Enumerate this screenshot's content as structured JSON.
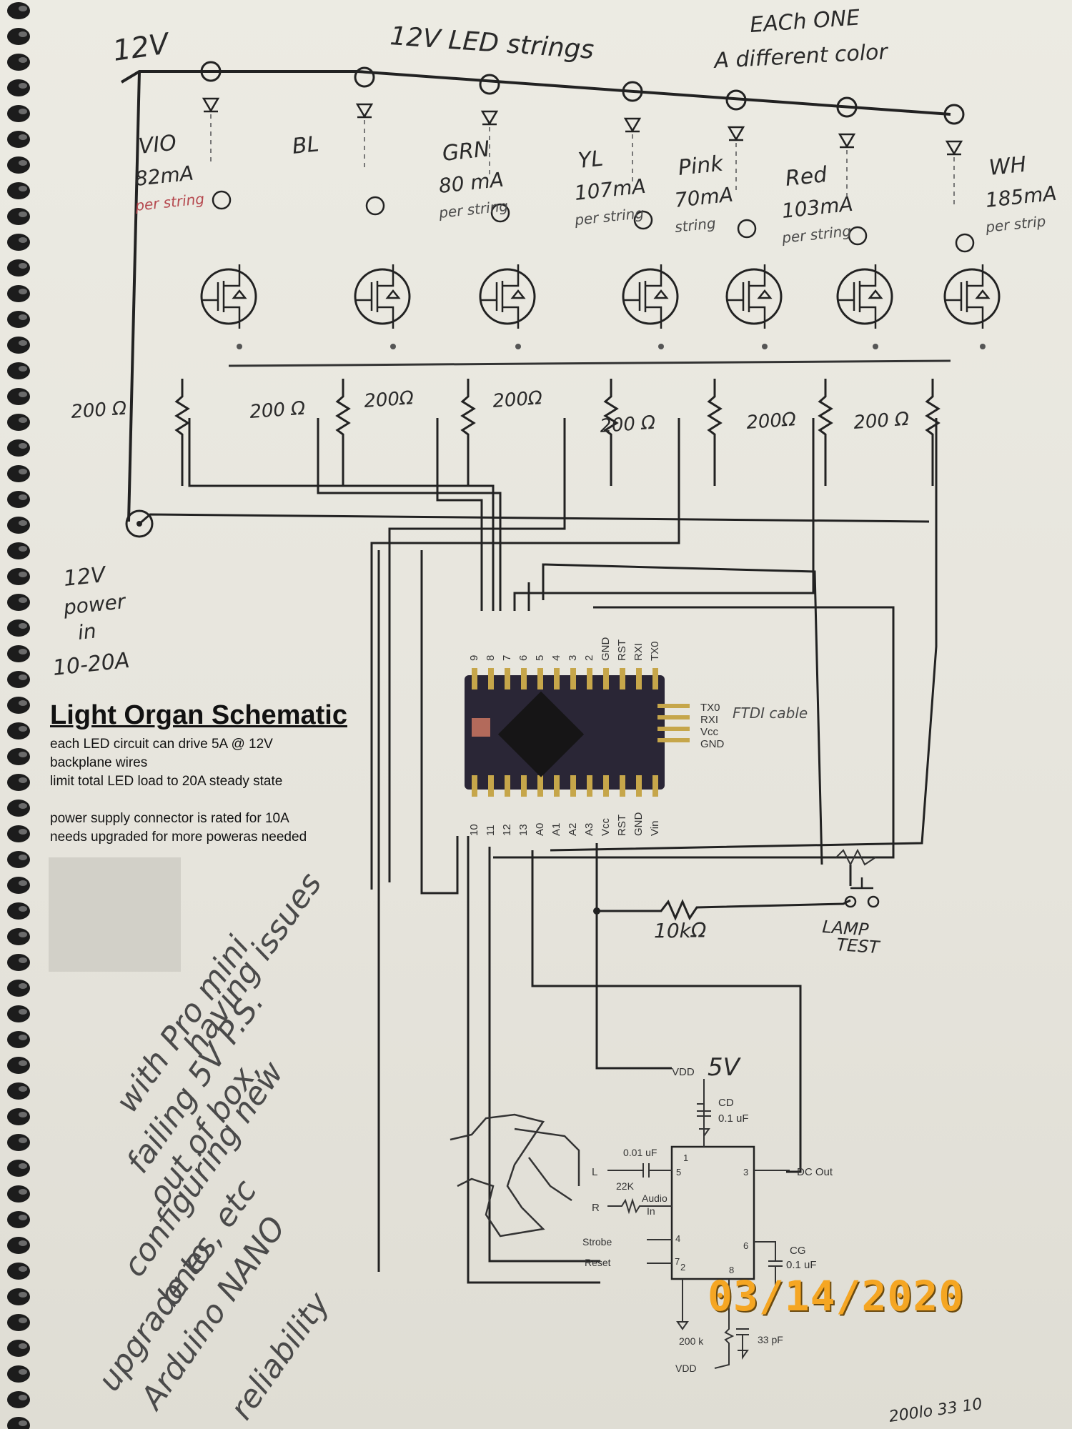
{
  "title": "Light Organ Schematic",
  "notes": [
    "each LED circuit can drive 5A @ 12V",
    "backplane wires",
    "limit total LED load to 20A steady state",
    "power supply connector is rated for 10A",
    "needs upgraded for more poweras needed"
  ],
  "header": {
    "supply_label": "12V",
    "strings_label": "12V LED strings",
    "colors_label_line1": "EACh ONE",
    "colors_label_line2": "A different color"
  },
  "channels": [
    {
      "name": "VIO",
      "current": "82mA",
      "per": "per string"
    },
    {
      "name": "BL",
      "current": "",
      "per": ""
    },
    {
      "name": "GRN",
      "current": "80 mA",
      "per": "per string"
    },
    {
      "name": "YL",
      "current": "107mA",
      "per": "per string"
    },
    {
      "name": "Pink",
      "current": "70mA",
      "per": "string"
    },
    {
      "name": "Red",
      "current": "103mA",
      "per": "per string"
    },
    {
      "name": "WH",
      "current": "185mA",
      "per": "per strip"
    }
  ],
  "resistors": [
    "200 Ω",
    "200 Ω",
    "200Ω",
    "200Ω",
    "200 Ω",
    "200Ω",
    "200 Ω"
  ],
  "power_in": {
    "line1": "12V",
    "line2": "power",
    "line3": "in",
    "line4": "10-20A"
  },
  "arduino": {
    "top_pins": [
      "9",
      "8",
      "7",
      "6",
      "5",
      "4",
      "3",
      "2",
      "GND",
      "RST",
      "RXI",
      "TX0"
    ],
    "bottom_pins": [
      "10",
      "11",
      "12",
      "13",
      "A0",
      "A1",
      "A2",
      "A3",
      "Vcc",
      "RST",
      "GND",
      "Vin"
    ],
    "side_pins": [
      "TX0",
      "RXI",
      "Vcc",
      "GND"
    ],
    "side_note": "FTDI cable"
  },
  "resistor_10k": "10kΩ",
  "lamp_test_line1": "LAMP",
  "lamp_test_line2": "TEST",
  "msgeq7": {
    "vdd_top": "VDD",
    "vdd_hand": "5V",
    "cd": "CD",
    "cd_value": "0.1 uF",
    "cap_in": "0.01 uF",
    "res_in": "22K",
    "audio_in_line1": "Audio",
    "audio_in_line2": "In",
    "l": "L",
    "r": "R",
    "dc_out": "DC Out",
    "strobe": "Strobe",
    "reset": "Reset",
    "cg": "CG",
    "cg_value": "0.1 uF",
    "r_osc": "200 k",
    "c_osc": "33 pF",
    "vdd_bottom": "VDD",
    "pins": [
      "1",
      "2",
      "3",
      "4",
      "5",
      "6",
      "7",
      "8"
    ]
  },
  "side_note": [
    "having issues",
    "with Pro mini",
    "failing 5V P.S.",
    "out of box,",
    "configuring new",
    "ones, etc",
    "upgrade to",
    "Arduino NANO",
    "reliability"
  ],
  "date_stamp": "03/14/2020",
  "page_corner": "200lo 33 10"
}
